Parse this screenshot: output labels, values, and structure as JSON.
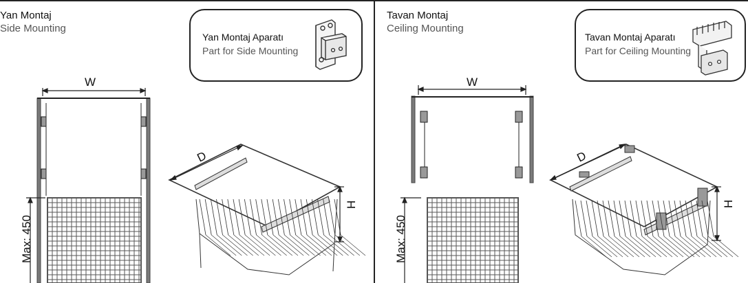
{
  "left": {
    "title_tr": "Yan Montaj",
    "title_en": "Side Mounting",
    "callout_tr": "Yan Montaj Aparatı",
    "callout_en": "Part for Side Mounting",
    "dim_w": "W",
    "dim_d": "D",
    "dim_h": "H",
    "dim_max": "Max: 450"
  },
  "right": {
    "title_tr": "Tavan Montaj",
    "title_en": "Ceiling Mounting",
    "callout_tr": "Tavan Montaj Aparatı",
    "callout_en": "Part for Ceiling Mounting",
    "dim_w": "W",
    "dim_d": "D",
    "dim_h": "H",
    "dim_max": "Max: 450"
  },
  "colors": {
    "line": "#222222",
    "cabinet": "#6b6b6b",
    "wire": "#555555"
  },
  "icons": [
    "side-bracket-icon",
    "ceiling-bracket-icon"
  ]
}
